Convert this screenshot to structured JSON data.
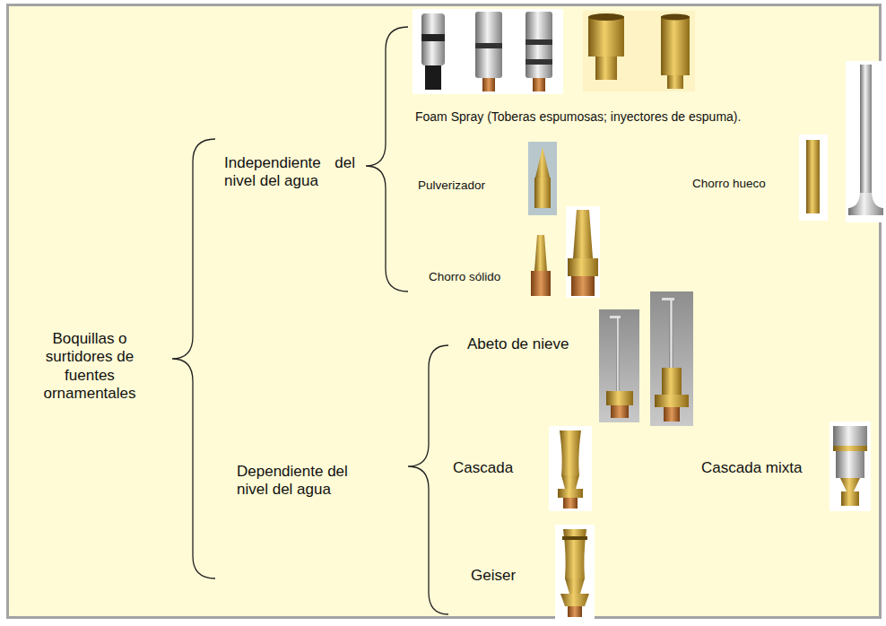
{
  "diagram": {
    "labels": [
      "Boquillas o surtidores de fuentes ornamentales",
      "Independiente del nivel del agua",
      "Dependiente del nivel del agua",
      "Foam Spray (Toberas espumosas; inyectores de espuma).",
      "Pulverizador",
      "Chorro hueco",
      "Chorro sólido",
      "Abeto de nieve",
      "Cascada",
      "Cascada mixta",
      "Geiser"
    ]
  }
}
